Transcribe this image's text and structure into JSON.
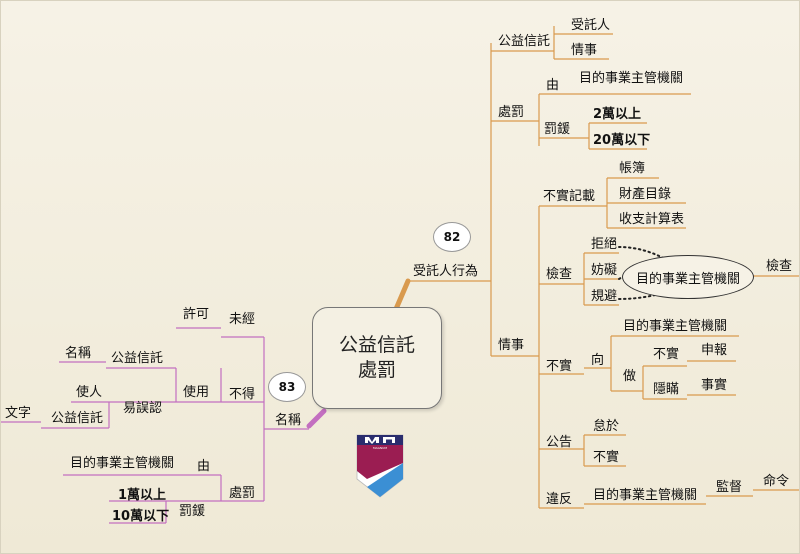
{
  "center": {
    "line1": "公益信託",
    "line2": "處罰"
  },
  "callouts": {
    "right": "82",
    "left": "83"
  },
  "colors": {
    "right_branch": "#d99a4e",
    "left_branch": "#c36fc0",
    "dots": "#222222"
  },
  "right": {
    "root": "受託人行為",
    "gongyi": {
      "label": "公益信託",
      "items": [
        "受託人",
        "情事"
      ]
    },
    "chufa": {
      "label": "處罰",
      "you": {
        "label": "由",
        "item": "目的事業主管機關"
      },
      "fahuan": {
        "label": "罰鍰",
        "items": [
          "2萬以上",
          "20萬以下"
        ]
      }
    },
    "qingshi": {
      "label": "情事",
      "bushi_jizai": {
        "label": "不實記載",
        "items": [
          "帳簿",
          "財產目錄",
          "收支計算表"
        ]
      },
      "jiancha": {
        "label": "檢查",
        "items": [
          "拒絕",
          "妨礙",
          "規避"
        ],
        "oval": "目的事業主管機關",
        "end": "檢查"
      },
      "bushi": {
        "label": "不實",
        "xiang": {
          "label": "向",
          "item": "目的事業主管機關"
        },
        "zuo": {
          "label": "做",
          "bushi2": "不實",
          "shenbao": "申報",
          "yinman": "隱瞞",
          "shishi": "事實"
        }
      },
      "gonggao": {
        "label": "公告",
        "items": [
          "怠於",
          "不實"
        ]
      },
      "weifan": {
        "label": "違反",
        "item": "目的事業主管機關",
        "jiandu": "監督",
        "mingling": "命令"
      }
    }
  },
  "left": {
    "root": "名稱",
    "weijing": {
      "label": "未經",
      "item": "許可"
    },
    "bude": {
      "label": "不得",
      "shiyong": {
        "label": "使用",
        "row1": {
          "label": "公益信託",
          "item": "名稱"
        },
        "row2": {
          "label": "易誤認",
          "shiren": "使人",
          "gongyi": "公益信託",
          "wenzi": "文字"
        }
      }
    },
    "chufa": {
      "label": "處罰",
      "you": {
        "label": "由",
        "item": "目的事業主管機關"
      },
      "fahuan": {
        "label": "罰鍰",
        "items": [
          "1萬以上",
          "10萬以下"
        ]
      }
    }
  },
  "logo": {
    "text": "MAGNUM"
  }
}
